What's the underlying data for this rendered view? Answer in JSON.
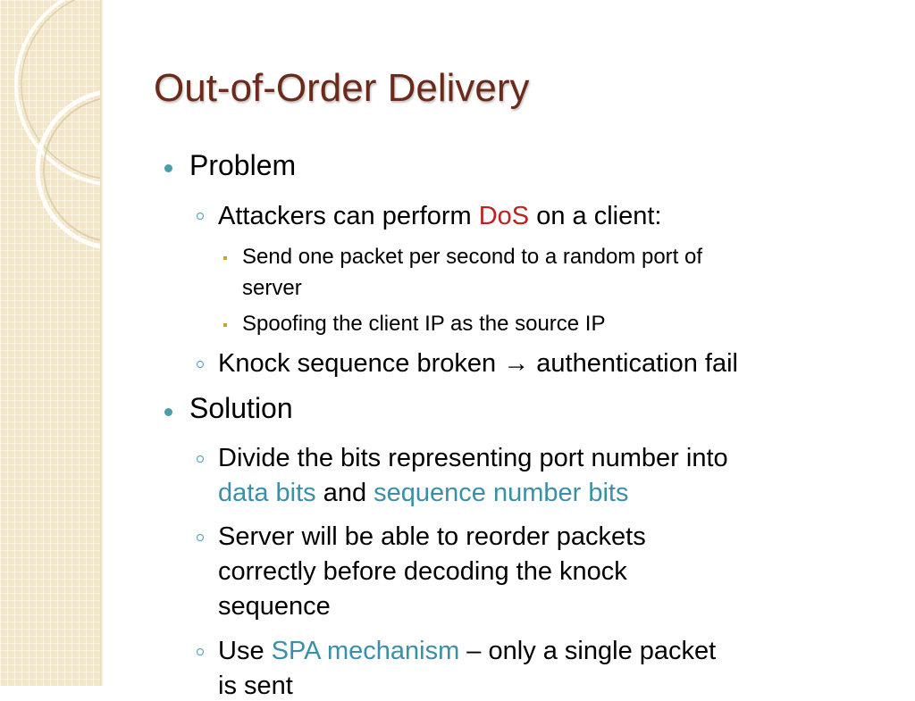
{
  "slide": {
    "title": "Out-of-Order Delivery",
    "problem": {
      "label": "Problem",
      "attack": {
        "text_before": "Attackers can perform ",
        "highlight": "DoS",
        "text_after": " on a client:"
      },
      "sub_points": [
        "Send one packet per second to a random port of",
        "server",
        "Spoofing the client IP as the source IP"
      ],
      "knock": {
        "text_before": "Knock sequence broken ",
        "arrow": "→",
        "text_after": " authentication fail"
      }
    },
    "solution": {
      "label": "Solution",
      "divide": {
        "line1": "Divide the bits representing port number into",
        "hl1": "data bits",
        "mid": " and ",
        "hl2": "sequence number bits"
      },
      "reorder": [
        "Server will be able to reorder packets",
        "correctly before decoding the knock",
        "sequence"
      ],
      "spa": {
        "text_before": "Use ",
        "highlight": "SPA mechanism",
        "text_after": " – only a single packet",
        "line2": "is sent"
      }
    }
  },
  "colors": {
    "title": "#6b2a1a",
    "accent_red": "#c0201e",
    "accent_teal": "#3b8fa6",
    "sidebar": "#f3e6c6"
  }
}
